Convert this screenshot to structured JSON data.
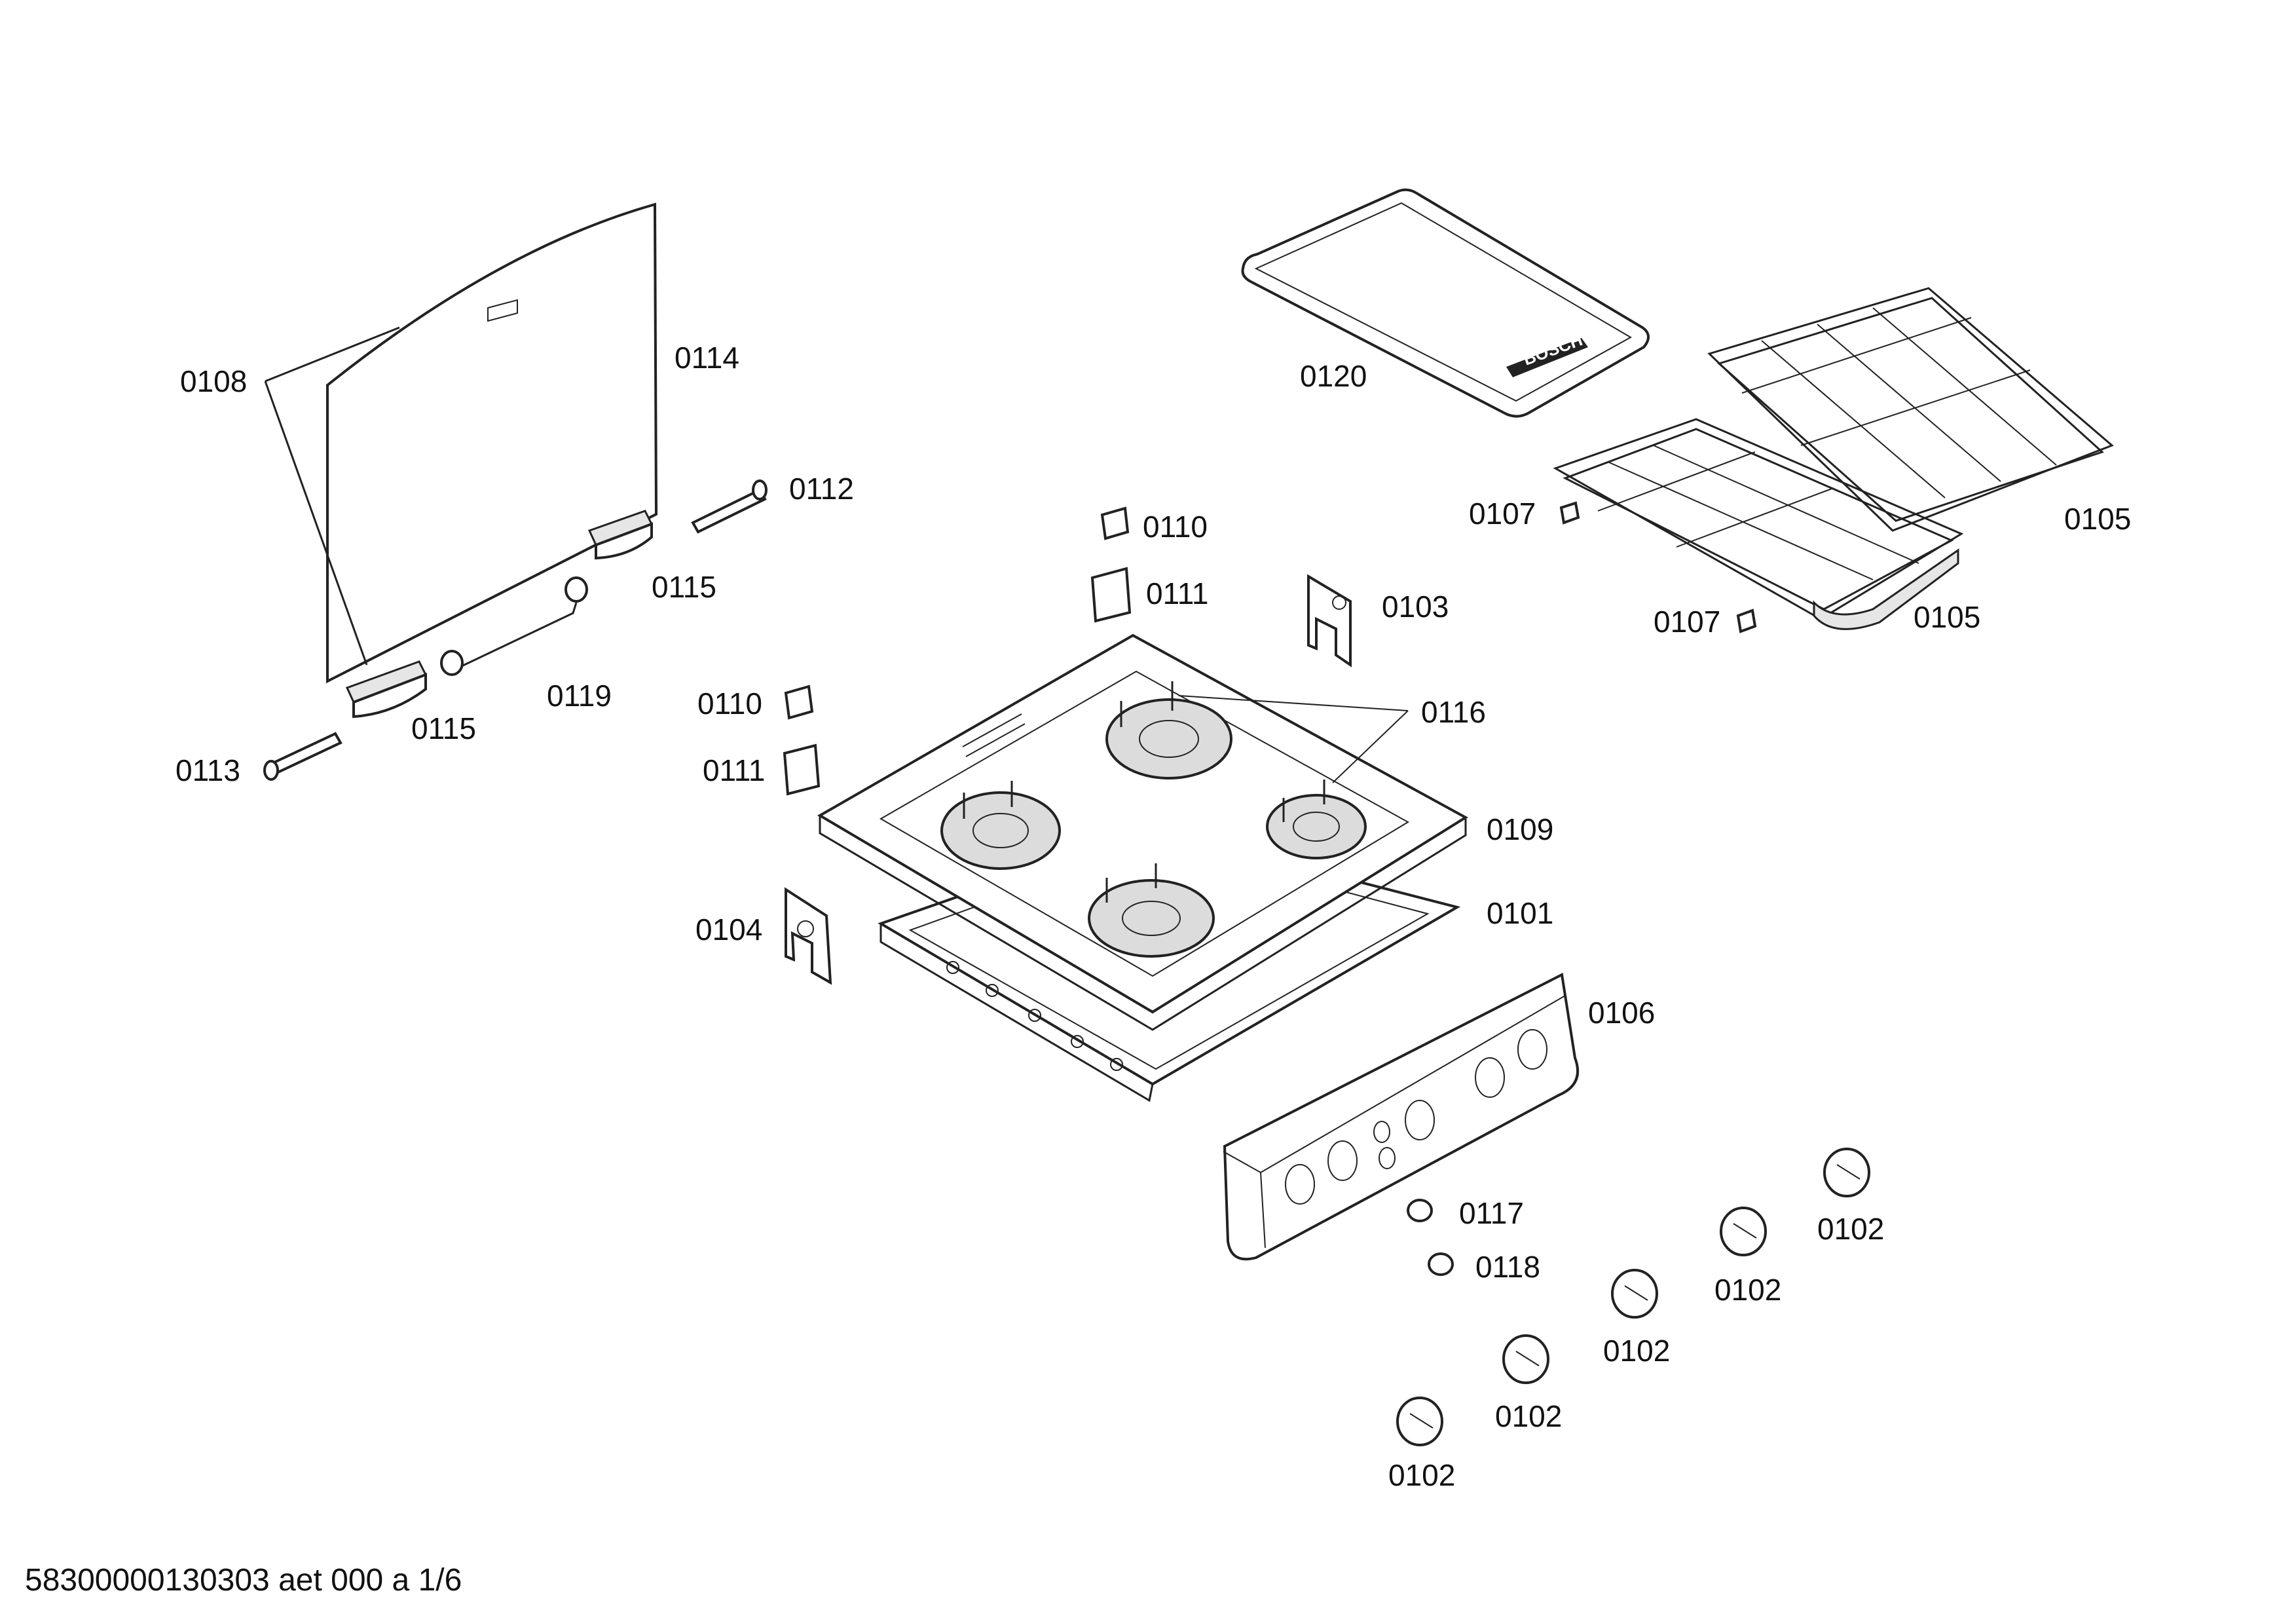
{
  "labels": {
    "p0108": "0108",
    "p0114": "0114",
    "p0112": "0112",
    "p0115a": "0115",
    "p0115b": "0115",
    "p0119": "0119",
    "p0113": "0113",
    "p0120": "0120",
    "p0107a": "0107",
    "p0107b": "0107",
    "p0105a": "0105",
    "p0105b": "0105",
    "p0110a": "0110",
    "p0111a": "0111",
    "p0103": "0103",
    "p0110b": "0110",
    "p0111b": "0111",
    "p0116": "0116",
    "p0109": "0109",
    "p0101": "0101",
    "p0104": "0104",
    "p0106": "0106",
    "p0117": "0117",
    "p0118": "0118",
    "p0102a": "0102",
    "p0102b": "0102",
    "p0102c": "0102",
    "p0102d": "0102",
    "p0102e": "0102"
  },
  "logo_text": "BOSCH",
  "footer": "58300000130303 aet 000 a 1/6"
}
